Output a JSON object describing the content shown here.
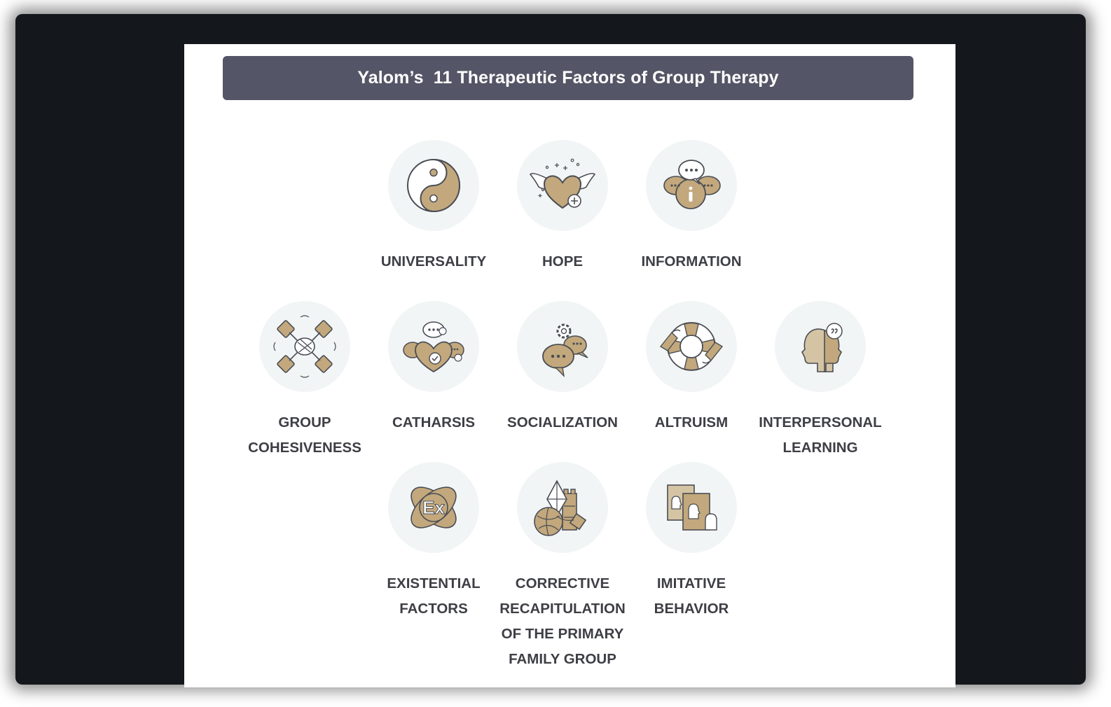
{
  "title": "Yalom’s  11 Therapeutic Factors of Group Therapy",
  "colors": {
    "accent": "#c2a87c",
    "outline": "#4a4d55",
    "circle": "#f2f5f5",
    "header": "#545566",
    "label": "#3e3f45"
  },
  "factors": [
    {
      "label": "UNIVERSALITY",
      "icon": "yin-yang-icon"
    },
    {
      "label": "HOPE",
      "icon": "winged-heart-icon"
    },
    {
      "label": "INFORMATION",
      "icon": "info-speech-bubbles-icon"
    },
    {
      "label": "GROUP\nCOHESIVENESS",
      "icon": "joined-hands-icon"
    },
    {
      "label": "CATHARSIS",
      "icon": "heart-bubbles-icon"
    },
    {
      "label": "SOCIALIZATION",
      "icon": "gear-chat-icon"
    },
    {
      "label": "ALTRUISM",
      "icon": "lifebuoy-hands-icon"
    },
    {
      "label": "INTERPERSONAL\nLEARNING",
      "icon": "two-heads-icon"
    },
    {
      "label": "EXISTENTIAL\nFACTORS",
      "icon": "atom-ex-icon"
    },
    {
      "label": "CORRECTIVE\nRECAPITULATION\nOF THE PRIMARY\nFAMILY GROUP",
      "icon": "toys-icon"
    },
    {
      "label": "IMITATIVE\nBEHAVIOR",
      "icon": "portrait-frames-icon"
    }
  ]
}
